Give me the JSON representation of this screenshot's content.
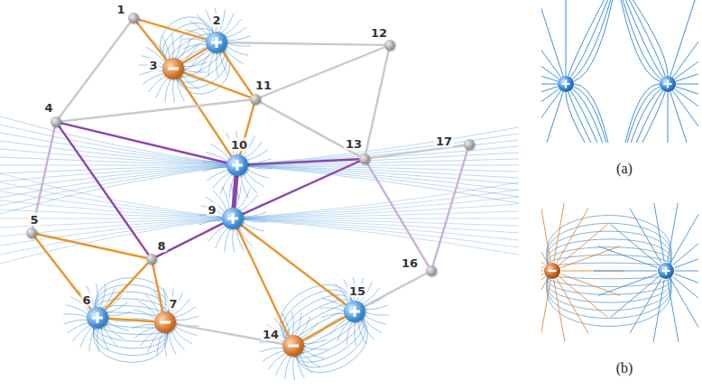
{
  "diagram": {
    "nodes": [
      {
        "text": [
          "1"
        ]
      },
      {
        "text": [
          "2"
        ]
      },
      {
        "text": [
          "3"
        ]
      },
      {
        "text": [
          "4"
        ]
      },
      {
        "text": [
          "5"
        ]
      },
      {
        "text": [
          "6"
        ]
      },
      {
        "text": [
          "7"
        ]
      },
      {
        "text": [
          "8"
        ]
      },
      {
        "text": [
          "9"
        ]
      },
      {
        "text": [
          "10"
        ]
      },
      {
        "text": [
          "11"
        ]
      },
      {
        "text": [
          "12"
        ]
      },
      {
        "text": [
          "13"
        ]
      },
      {
        "text": [
          "14"
        ]
      },
      {
        "text": [
          "15"
        ]
      },
      {
        "text": [
          "16"
        ]
      },
      {
        "text": [
          "17"
        ]
      }
    ],
    "edges": [
      {
        "from": 0,
        "to": 1,
        "arrow": "none"
      },
      {
        "from": 0,
        "to": 2,
        "arrow": "none"
      },
      {
        "from": 1,
        "to": 2,
        "arrow": "none"
      },
      {
        "from": 0,
        "to": 3,
        "arrow": "none"
      },
      {
        "from": 1,
        "to": 11,
        "arrow": "none"
      },
      {
        "from": 1,
        "to": 10,
        "arrow": "none"
      },
      {
        "from": 2,
        "to": 10,
        "arrow": "none"
      },
      {
        "from": 2,
        "to": 9,
        "arrow": "none"
      },
      {
        "from": 3,
        "to": 10,
        "arrow": "none"
      },
      {
        "from": 10,
        "to": 9,
        "arrow": "none"
      },
      {
        "from": 10,
        "to": 11,
        "arrow": "none"
      },
      {
        "from": 10,
        "to": 12,
        "arrow": "none"
      },
      {
        "from": 11,
        "to": 12,
        "arrow": "none"
      },
      {
        "from": 3,
        "to": 9,
        "arrow": "none"
      },
      {
        "from": 3,
        "to": 7,
        "arrow": "none"
      },
      {
        "from": 3,
        "to": 4,
        "arrow": "none"
      },
      {
        "from": 9,
        "to": 8,
        "arrow": "none"
      },
      {
        "from": 9,
        "to": 12,
        "arrow": "none"
      },
      {
        "from": 8,
        "to": 12,
        "arrow": "none"
      },
      {
        "from": 8,
        "to": 7,
        "arrow": "none"
      },
      {
        "from": 4,
        "to": 7,
        "arrow": "none"
      },
      {
        "from": 4,
        "to": 5,
        "arrow": "none"
      },
      {
        "from": 5,
        "to": 7,
        "arrow": "none"
      },
      {
        "from": 5,
        "to": 6,
        "arrow": "none"
      },
      {
        "from": 6,
        "to": 7,
        "arrow": "none"
      },
      {
        "from": 8,
        "to": 13,
        "arrow": "none"
      },
      {
        "from": 8,
        "to": 14,
        "arrow": "none"
      },
      {
        "from": 13,
        "to": 14,
        "arrow": "none"
      },
      {
        "from": 6,
        "to": 13,
        "arrow": "none"
      },
      {
        "from": 14,
        "to": 15,
        "arrow": "none"
      },
      {
        "from": 12,
        "to": 15,
        "arrow": "none"
      },
      {
        "from": 15,
        "to": 16,
        "arrow": "none"
      },
      {
        "from": 12,
        "to": 16,
        "arrow": "none"
      }
    ],
    "labels": [
      "(a)",
      "(b)"
    ]
  }
}
